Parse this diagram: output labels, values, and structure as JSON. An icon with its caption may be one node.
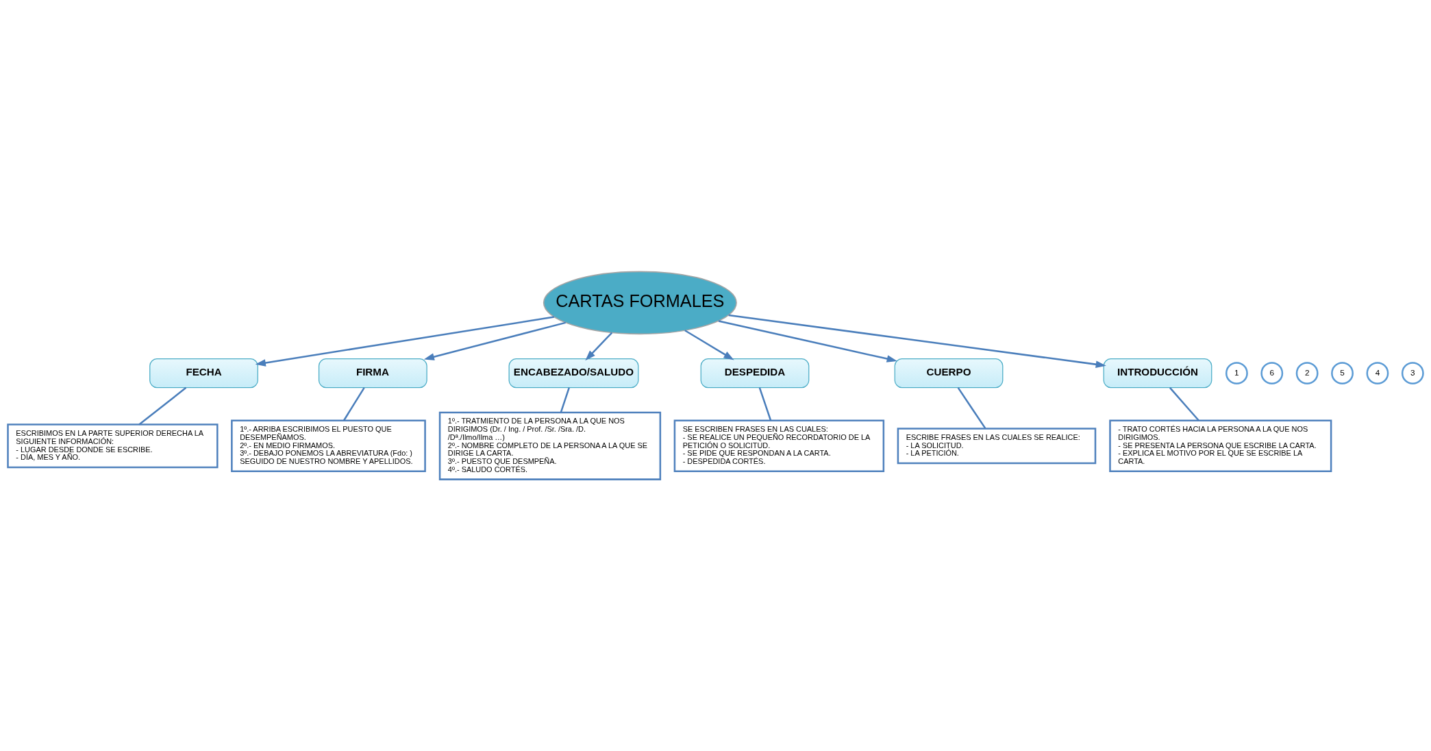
{
  "diagram": {
    "nodes": [
      {
        "text": [
          "1º.- ARRIBA ESCRIBIMOS EL PUESTO QUE DESEMPEÑAMOS.",
          "2º.- EN MEDIO FIRMAMOS.",
          "3º.- DEBAJO PONEMOS LA ABREVIATURA (Fdo: ) SEGUIDO DE NUESTRO NOMBRE Y APELLIDOS."
        ]
      },
      {
        "text": [
          "1"
        ]
      },
      {
        "text": [
          "FECHA"
        ]
      },
      {
        "text": [
          "ESCRIBIMOS EN LA PARTE SUPERIOR DERECHA LA SIGUIENTE INFORMACIÓN:",
          "- LUGAR DESDE DONDE SE ESCRIBE.",
          "- DÍA, MES Y AÑO."
        ]
      },
      {
        "text": [
          "6"
        ]
      },
      {
        "text": [
          "FIRMA"
        ]
      },
      {
        "text": [
          "2"
        ]
      },
      {
        "text": [
          "ENCABEZADO/SALUDO"
        ]
      },
      {
        "text": [
          "5"
        ]
      },
      {
        "text": [
          "DESPEDIDA"
        ]
      },
      {
        "text": [
          "CARTAS FORMALES"
        ]
      },
      {
        "text": [
          "1º.- TRATMIENTO DE LA PERSONA A LA QUE NOS DIRIGIMOS (Dr. / Ing. / Prof. /Sr. /Sra. /D. /Dª./Ilmo/Ilma …)",
          "2º.- NOMBRE COMPLETO DE LA PERSONA A LA QUE SE DIRIGE LA CARTA.",
          "3º.- PUESTO QUE DESMPEÑA.",
          "4º.- SALUDO CORTÉS."
        ]
      },
      {
        "text": [
          "SE ESCRIBEN FRASES EN LAS CUALES:",
          "- SE REALICE UN PEQUEÑO RECORDATORIO DE LA PETICIÓN O SOLICITUD.",
          "- SE PIDE QUE RESPONDAN A LA CARTA.",
          "- DESPEDIDA CORTÉS."
        ]
      },
      {
        "text": [
          "4"
        ]
      },
      {
        "text": [
          "CUERPO"
        ]
      },
      {
        "text": [
          "INTRODUCCIÓN"
        ]
      },
      {
        "text": [
          "3"
        ]
      },
      {
        "text": [
          "ESCRIBE FRASES EN LAS CUALES SE REALICE:",
          "- LA SOLICITUD.",
          "- LA PETICIÓN."
        ]
      },
      {
        "text": [
          "- TRATO CORTÉS HACIA LA PERSONA A LA QUE NOS DIRIGIMOS.",
          "- SE PRESENTA LA PERSONA QUE ESCRIBE LA CARTA.",
          "- EXPLICA EL MOTIVO POR EL QUE SE ESCRIBE LA CARTA."
        ]
      }
    ],
    "edges": [
      {
        "from": 10,
        "to": 2,
        "arrow": "to"
      },
      {
        "from": 10,
        "to": 7,
        "arrow": "to"
      },
      {
        "from": 10,
        "to": 15,
        "arrow": "to"
      },
      {
        "from": 10,
        "to": 14,
        "arrow": "to"
      },
      {
        "from": 10,
        "to": 9,
        "arrow": "to"
      },
      {
        "from": 10,
        "to": 5,
        "arrow": "to"
      },
      {
        "from": 2,
        "to": 3,
        "arrow": "none"
      },
      {
        "from": 7,
        "to": 11,
        "arrow": "none"
      },
      {
        "from": 15,
        "to": 18,
        "arrow": "none"
      },
      {
        "from": 14,
        "to": 17,
        "arrow": "none"
      },
      {
        "from": 9,
        "to": 12,
        "arrow": "none"
      },
      {
        "from": 5,
        "to": 0,
        "arrow": "none"
      }
    ]
  }
}
